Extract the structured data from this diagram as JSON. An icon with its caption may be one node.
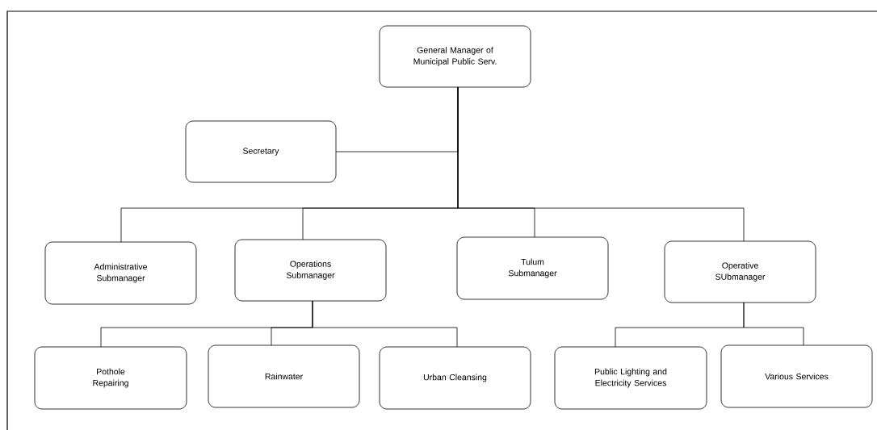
{
  "diagram": {
    "nodes": [
      {
        "text": [
          "General Manager of Municipal Public Serv."
        ]
      },
      {
        "text": [
          "Secretary"
        ]
      },
      {
        "text": [
          "Administrative Submanager"
        ]
      },
      {
        "text": [
          "Operations Submanager"
        ]
      },
      {
        "text": [
          "Tulum Submanager"
        ]
      },
      {
        "text": [
          "Operative SUbmanager"
        ]
      },
      {
        "text": [
          "Pothole Repairing"
        ]
      },
      {
        "text": [
          "Rainwater"
        ]
      },
      {
        "text": [
          "Urban Cleansing"
        ]
      },
      {
        "text": [
          "Public Lighting and Electricity Services"
        ]
      },
      {
        "text": [
          "Various Services"
        ]
      }
    ],
    "edges": [
      {
        "from": 0,
        "to": 1,
        "arrow": "none"
      },
      {
        "from": 0,
        "to": 2,
        "arrow": "none"
      },
      {
        "from": 0,
        "to": 3,
        "arrow": "none"
      },
      {
        "from": 0,
        "to": 4,
        "arrow": "none"
      },
      {
        "from": 0,
        "to": 5,
        "arrow": "none"
      },
      {
        "from": 3,
        "to": 6,
        "arrow": "none"
      },
      {
        "from": 3,
        "to": 7,
        "arrow": "none"
      },
      {
        "from": 3,
        "to": 8,
        "arrow": "none"
      },
      {
        "from": 5,
        "to": 9,
        "arrow": "none"
      },
      {
        "from": 5,
        "to": 10,
        "arrow": "none"
      }
    ]
  }
}
